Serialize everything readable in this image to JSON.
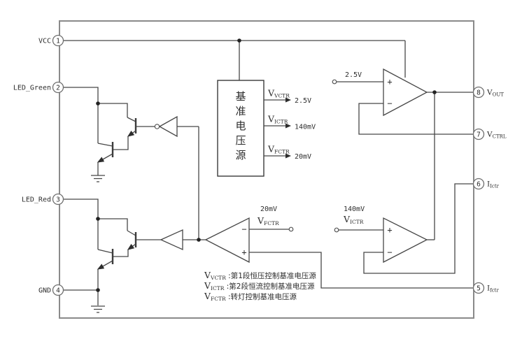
{
  "colors": {
    "line": "#474747",
    "border": "#8a8a8a",
    "text": "#2d2d2d",
    "background": "#ffffff"
  },
  "pins": {
    "p1": {
      "num": "1",
      "label": "VCC"
    },
    "p2": {
      "num": "2",
      "label": "LED_Green"
    },
    "p3": {
      "num": "3",
      "label": "LED_Red"
    },
    "p4": {
      "num": "4",
      "label": "GND"
    },
    "p5": {
      "num": "5",
      "main": "I",
      "sub": "fctr"
    },
    "p6": {
      "num": "6",
      "main": "I",
      "sub": "Ictr"
    },
    "p7": {
      "num": "7",
      "main": "V",
      "sub": "CTRL"
    },
    "p8": {
      "num": "8",
      "main": "V",
      "sub": "OUT"
    }
  },
  "ref_block": {
    "chars": [
      "基",
      "准",
      "电",
      "压",
      "源"
    ],
    "outputs": [
      {
        "main": "V",
        "sub": "VCTR",
        "value": "2.5V"
      },
      {
        "main": "V",
        "sub": "ICTR",
        "value": "140mV"
      },
      {
        "main": "V",
        "sub": "FCTR",
        "value": "20mV"
      }
    ]
  },
  "opamps": {
    "a1": {
      "plus": "+",
      "minus": "−",
      "ref_label": "2.5V"
    },
    "a2": {
      "plus": "+",
      "minus": "−",
      "ref_value": "140mV",
      "ref_main": "V",
      "ref_sub": "ICTR"
    },
    "a3": {
      "plus": "+",
      "minus": "−",
      "ref_value": "20mV",
      "ref_main": "V",
      "ref_sub": "FCTR"
    }
  },
  "legend": [
    {
      "main": "V",
      "sub": "VCTR",
      "desc": " :第1段恒压控制基准电压源"
    },
    {
      "main": "V",
      "sub": "ICTR",
      "desc": " :第2段恒流控制基准电压源"
    },
    {
      "main": "V",
      "sub": "FCTR",
      "desc": " :转灯控制基准电压源"
    }
  ]
}
